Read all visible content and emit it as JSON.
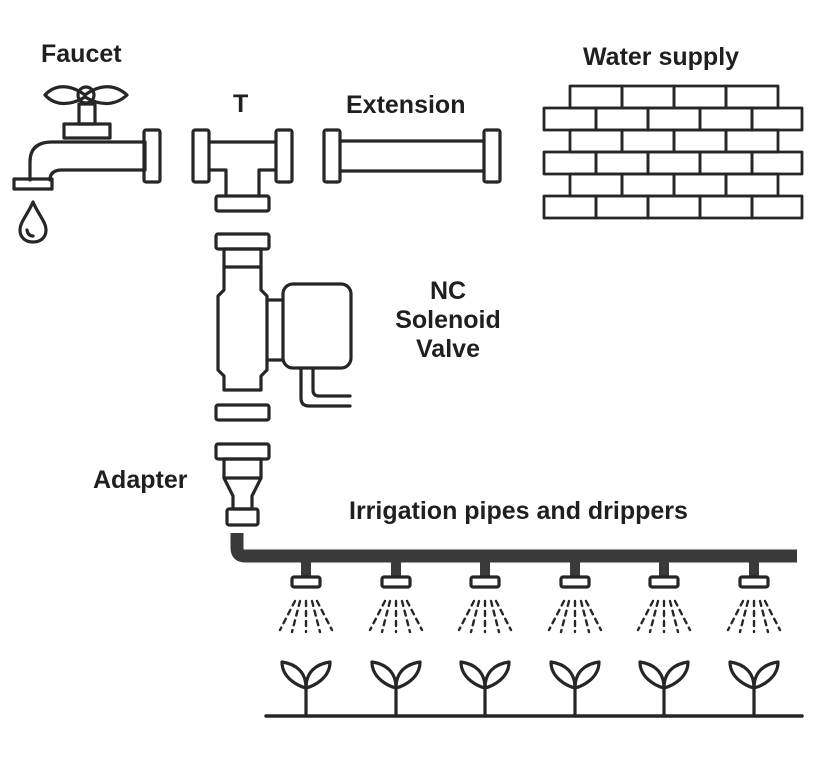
{
  "labels": {
    "faucet": "Faucet",
    "tee": "T",
    "extension": "Extension",
    "water_supply": "Water supply",
    "valve_line1": "NC",
    "valve_line2": "Solenoid",
    "valve_line3": "Valve",
    "adapter": "Adapter",
    "irrigation": "Irrigation pipes and drippers"
  },
  "icons": {
    "faucet": "faucet-icon",
    "water_drop": "water-drop-icon",
    "tee": "tee-fitting-icon",
    "extension": "extension-pipe-icon",
    "brick_wall": "brick-wall-icon",
    "valve": "solenoid-valve-icon",
    "adapter": "adapter-icon",
    "dripper": "dripper-icon",
    "plant": "sprout-icon"
  },
  "dripper_count": 6,
  "colors": {
    "stroke": "#262626",
    "pipe": "#3a3a3a",
    "text": "#1f1f1f"
  }
}
